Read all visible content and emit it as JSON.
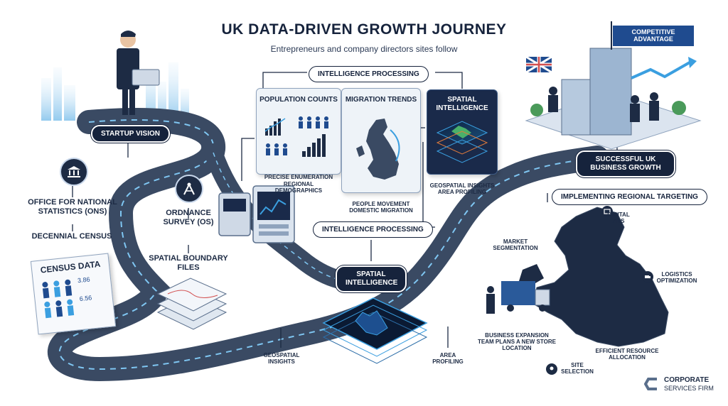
{
  "title": "UK DATA-DRIVEN GROWTH JOURNEY",
  "subtitle": "Entrepreneurs and company directors sites follow",
  "flag_label": "COMPETITIVE ADVANTAGE",
  "left": {
    "startup": "STARTUP VISION",
    "ons": "OFFICE FOR NATIONAL STATISTICS (ONS)",
    "census": "DECENNIAL CENSUS",
    "census_data": "CENSUS DATA",
    "census_n1": "3.86",
    "census_n2": "6.56",
    "os": "ORDNANCE SURVEY (OS)",
    "boundary": "SPATIAL BOUNDARY FILES"
  },
  "processing": {
    "top_label": "INTELLIGENCE PROCESSING",
    "mid_label": "INTELLIGENCE PROCESSING",
    "pop_title": "POPULATION COUNTS",
    "pop_sub": "PRECISE ENUMERATION REGIONAL DEMOGRAPHICS",
    "mig_title": "MIGRATION TRENDS",
    "mig_sub": "PEOPLE MOVEMENT DOMESTIC MIGRATION",
    "spatial_title": "SPATIAL INTELLIGENCE",
    "spatial_sub": "GEOSPATIAL INSIGHTS AREA PROFILING"
  },
  "center": {
    "spatial": "SPATIAL INTELLIGENCE",
    "geo": "GEOSPATIAL INSIGHTS",
    "area": "AREA PROFILING"
  },
  "right": {
    "growth": "SUCCESSFUL UK BUSINESS GROWTH",
    "targeting": "IMPLEMENTING REGIONAL TARGETING",
    "digital": "DIGITAL ADS",
    "market": "MARKET SEGMENTATION",
    "logistics": "LOGISTICS OPTIMIZATION",
    "expansion": "BUSINESS EXPANSION TEAM PLANS A NEW STORE LOCATION",
    "efficient": "EFFICIENT RESOURCE ALLOCATION",
    "site": "SITE SELECTION"
  },
  "logo": {
    "line1": "CORPORATE",
    "line2": "SERVICES FIRM"
  },
  "colors": {
    "navy": "#16233c",
    "road": "#3a4a63",
    "accent": "#3b9fe0",
    "badge": "#1f4b8f"
  }
}
